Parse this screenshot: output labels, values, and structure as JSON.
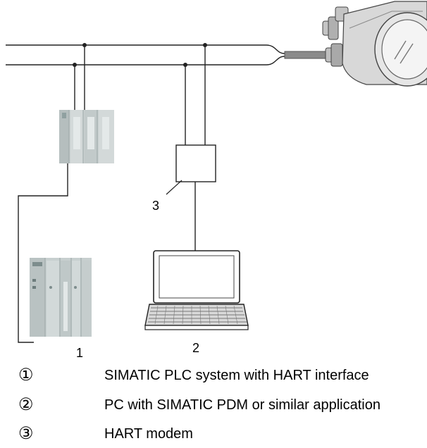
{
  "diagram": {
    "callouts": {
      "c1": "1",
      "c2": "2",
      "c3": "3"
    }
  },
  "legend": [
    {
      "marker": "①",
      "text": "SIMATIC PLC system with HART interface"
    },
    {
      "marker": "②",
      "text": "PC with SIMATIC PDM or similar application"
    },
    {
      "marker": "③",
      "text": "HART modem"
    }
  ]
}
